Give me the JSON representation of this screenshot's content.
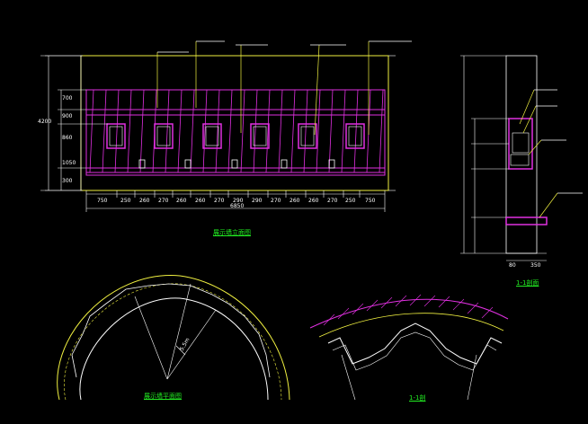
{
  "drawing": {
    "elevation_title": "展示墙立面图",
    "section_title": "1-1剖面",
    "plan_title": "展示墙平面图",
    "detail_title": "1-1剖",
    "dim_total": "6850",
    "dim_height": "4200",
    "side_dims": [
      "700",
      "900",
      "860",
      "1050",
      "300"
    ],
    "bottom_dims": [
      "750",
      "250",
      "260",
      "270",
      "260",
      "260",
      "270",
      "290",
      "290",
      "270",
      "260",
      "260",
      "270",
      "250",
      "750"
    ],
    "side_bottom_dims": [
      "80",
      "350"
    ],
    "plan_dim": "5.5m"
  },
  "colors": {
    "background": "#000000",
    "magenta": "#e030e0",
    "white": "#ffffff",
    "yellow": "#f0f040",
    "green": "#30e030"
  }
}
